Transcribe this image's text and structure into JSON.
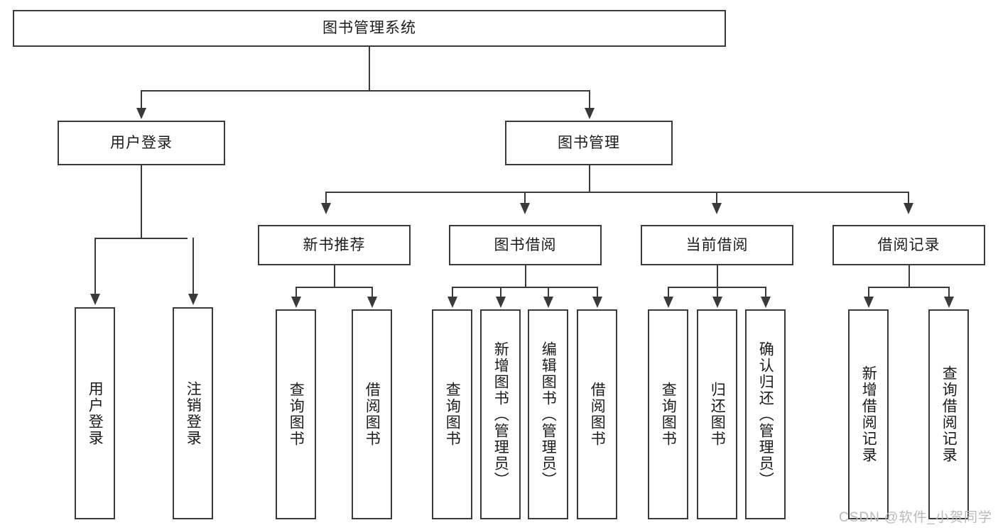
{
  "diagram": {
    "title": "图书管理系统",
    "colors": {
      "background": "#ffffff",
      "node_fill": "#ffffff",
      "node_stroke": "#3a3a3a",
      "text": "#1b1b1b",
      "watermark": "#b9b9b9"
    },
    "root": {
      "label": "图书管理系统"
    },
    "level2": [
      {
        "label": "用户登录"
      },
      {
        "label": "图书管理"
      }
    ],
    "level3": [
      {
        "label": "新书推荐"
      },
      {
        "label": "图书借阅"
      },
      {
        "label": "当前借阅"
      },
      {
        "label": "借阅记录"
      }
    ],
    "leaves": {
      "user_login": [
        {
          "label": "用户登录"
        },
        {
          "label": "注销登录"
        }
      ],
      "new_book_recommend": [
        {
          "label": "查询图书"
        },
        {
          "label": "借阅图书"
        }
      ],
      "book_borrow": [
        {
          "label": "查询图书"
        },
        {
          "label": "新增图书（管理员）"
        },
        {
          "label": "编辑图书（管理员）"
        },
        {
          "label": "借阅图书"
        }
      ],
      "current_borrow": [
        {
          "label": "查询图书"
        },
        {
          "label": "归还图书"
        },
        {
          "label": "确认归还（管理员）"
        }
      ],
      "borrow_record": [
        {
          "label": "新增借阅记录"
        },
        {
          "label": "查询借阅记录"
        }
      ]
    },
    "watermark": "CSDN @软件_小贺同学"
  }
}
